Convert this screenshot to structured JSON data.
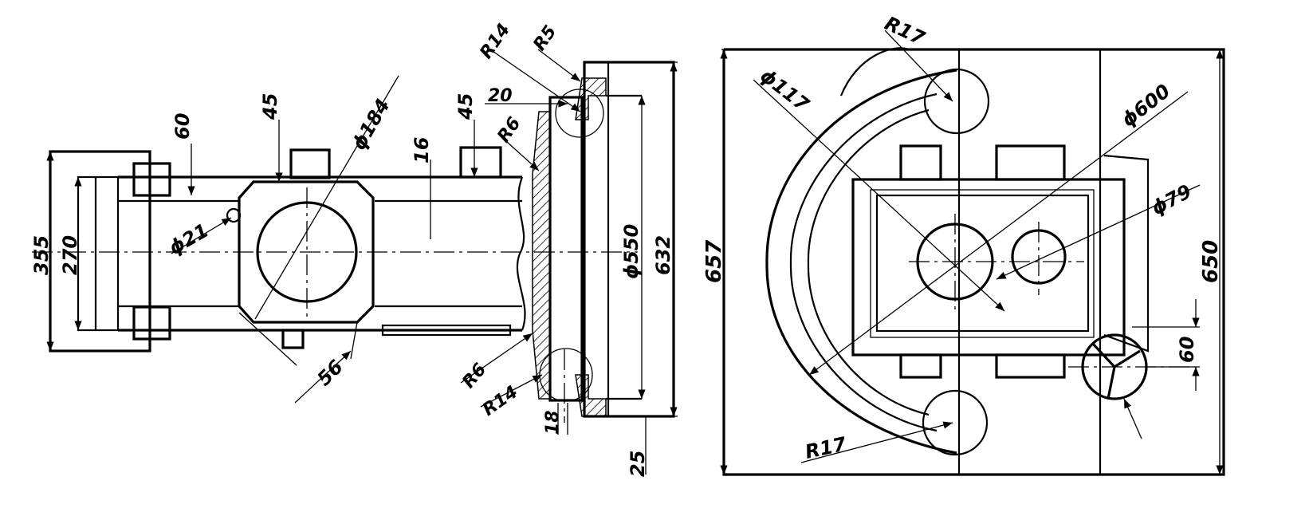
{
  "dimensions": {
    "front": {
      "d355": "355",
      "d270": "270",
      "d60": "60",
      "d45a": "45",
      "d45b": "45",
      "phi184": "ϕ184",
      "d16": "16",
      "phi21": "ϕ21",
      "d56": "56",
      "r14a": "R14",
      "r5": "R5",
      "d20": "20",
      "r6a": "R6",
      "r6b": "R6",
      "r14b": "R14",
      "d18": "18",
      "phi550": "ϕ550",
      "d632": "632",
      "d25": "25"
    },
    "side": {
      "r17a": "R17",
      "phi117": "ϕ117",
      "phi600": "ϕ600",
      "phi79": "ϕ79",
      "d657": "657",
      "d650": "650",
      "d60": "60",
      "r17b": "R17"
    }
  }
}
